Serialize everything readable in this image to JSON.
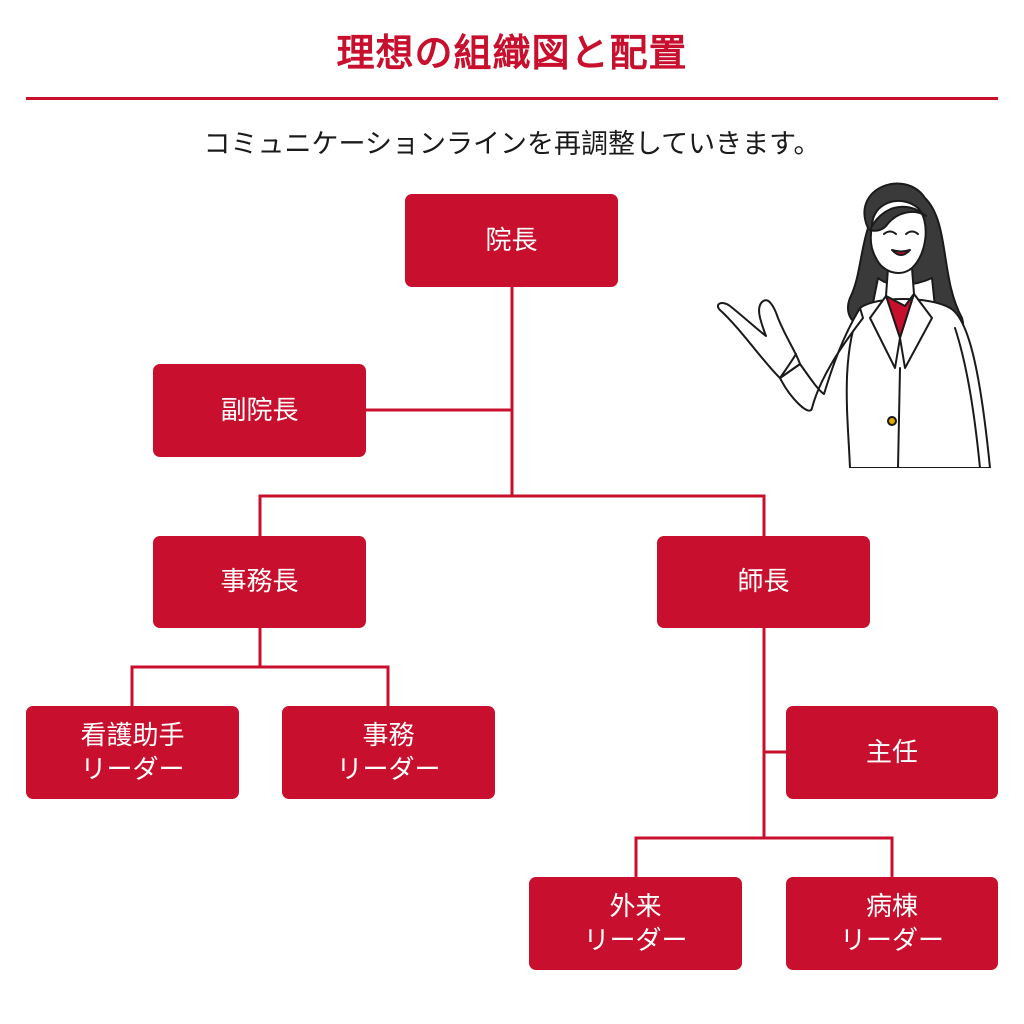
{
  "title": "理想の組織図と配置",
  "subtitle": "コミュニケーションラインを再調整していきます。",
  "colors": {
    "accent": "#c8102e",
    "text": "#1a1a1a",
    "box_text": "#ffffff"
  },
  "chart": {
    "director": "院長",
    "vice_director": "副院長",
    "office_manager": "事務長",
    "head_nurse": "師長",
    "nursing_assistant_leader": {
      "line1": "看護助手",
      "line2": "リーダー"
    },
    "office_leader": {
      "line1": "事務",
      "line2": "リーダー"
    },
    "chief": "主任",
    "outpatient_leader": {
      "line1": "外来",
      "line2": "リーダー"
    },
    "ward_leader": {
      "line1": "病棟",
      "line2": "リーダー"
    }
  },
  "illustration": "woman-in-white-coat-presenting"
}
